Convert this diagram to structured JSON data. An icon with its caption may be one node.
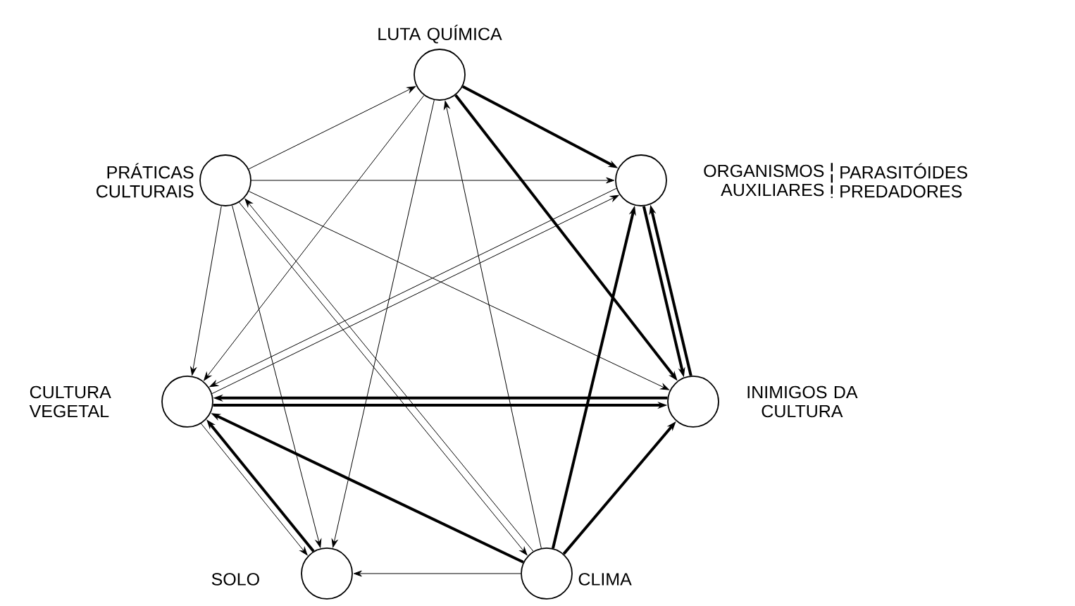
{
  "diagram": {
    "nodes": [
      {
        "text": [
          "LUTA QUÍMICA"
        ]
      },
      {
        "text": [
          "PRÁTICAS CULTURAIS"
        ]
      },
      {
        "text": [
          "ORGANISMOS AUXILIARES",
          "PARASITÓIDES PREDADORES"
        ]
      },
      {
        "text": [
          "CULTURA VEGETAL"
        ]
      },
      {
        "text": [
          "INIMIGOS DA CULTURA"
        ]
      },
      {
        "text": [
          "SOLO"
        ]
      },
      {
        "text": [
          "CLIMA"
        ]
      }
    ],
    "edges": [
      {
        "from": 1,
        "to": 0,
        "arrow": "to"
      },
      {
        "from": 0,
        "to": 2,
        "arrow": "to",
        "style": "thick"
      },
      {
        "from": 1,
        "to": 2,
        "arrow": "to"
      },
      {
        "from": 0,
        "to": 4,
        "arrow": "to",
        "style": "thick"
      },
      {
        "from": 0,
        "to": 3,
        "arrow": "to"
      },
      {
        "from": 0,
        "to": 5,
        "arrow": "to"
      },
      {
        "from": 6,
        "to": 0,
        "arrow": "to"
      },
      {
        "from": 1,
        "to": 3,
        "arrow": "to"
      },
      {
        "from": 1,
        "to": 5,
        "arrow": "to"
      },
      {
        "from": 1,
        "to": 6,
        "arrow": "to"
      },
      {
        "from": 6,
        "to": 1,
        "arrow": "to"
      },
      {
        "from": 1,
        "to": 4,
        "arrow": "to"
      },
      {
        "from": 3,
        "to": 2,
        "arrow": "to"
      },
      {
        "from": 2,
        "to": 3,
        "arrow": "to"
      },
      {
        "from": 6,
        "to": 2,
        "arrow": "to",
        "style": "thick"
      },
      {
        "from": 4,
        "to": 2,
        "arrow": "to",
        "style": "thick"
      },
      {
        "from": 2,
        "to": 4,
        "arrow": "to",
        "style": "thick"
      },
      {
        "from": 4,
        "to": 3,
        "arrow": "to",
        "style": "thick"
      },
      {
        "from": 3,
        "to": 4,
        "arrow": "to",
        "style": "thick"
      },
      {
        "from": 6,
        "to": 3,
        "arrow": "to",
        "style": "thick"
      },
      {
        "from": 3,
        "to": 5,
        "arrow": "to"
      },
      {
        "from": 5,
        "to": 3,
        "arrow": "to",
        "style": "thick"
      },
      {
        "from": 6,
        "to": 5,
        "arrow": "to"
      },
      {
        "from": 6,
        "to": 4,
        "arrow": "to",
        "style": "thick"
      }
    ]
  }
}
